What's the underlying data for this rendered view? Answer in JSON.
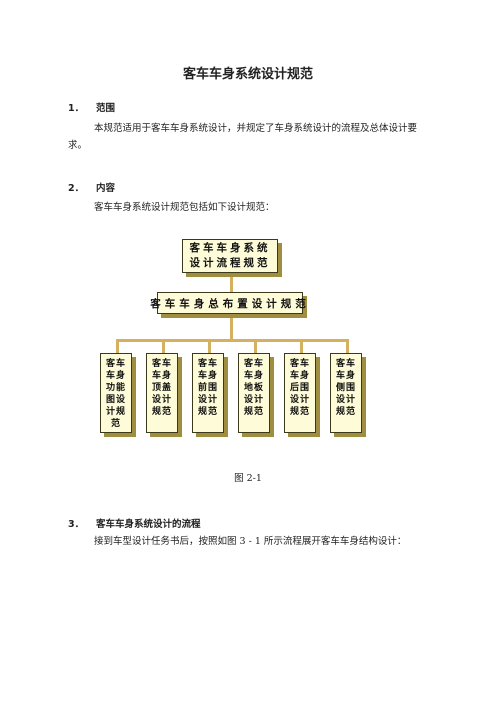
{
  "title": "客车车身系统设计规范",
  "sections": [
    {
      "number": "1．",
      "heading": "范围",
      "text": "本规范适用于客车车身系统设计，并规定了车身系统设计的流程及总体设计要求。"
    },
    {
      "number": "2．",
      "heading": "内容",
      "text": "客车车身系统设计规范包括如下设计规范："
    },
    {
      "number": "3．",
      "heading": "客车车身系统设计的流程",
      "text": "接到车型设计任务书后，按照如图 3 - 1 所示流程展开客车车身结构设计："
    }
  ],
  "diagram": {
    "top": "客车车身系统设计流程规范",
    "middle": "客车车身总布置设计规范",
    "leaves": [
      "客车车身功能图设计规范",
      "客车车身顶盖设计规范",
      "客车车身前围设计规范",
      "客车车身地板设计规范",
      "客车车身后围设计规范",
      "客车车身侧围设计规范"
    ],
    "colors": {
      "box_fill": "#fdfbd8",
      "box_shadow": "#a08e40",
      "connector": "#d4b060"
    }
  },
  "caption": "图 2-1"
}
